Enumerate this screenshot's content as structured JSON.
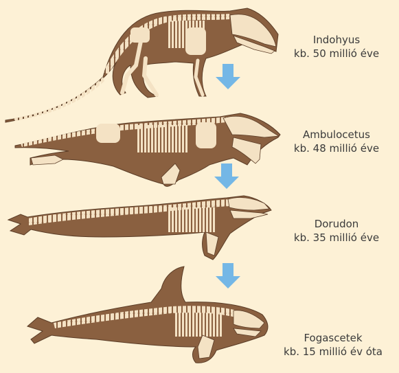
{
  "stages": [
    {
      "name": "Indohyus",
      "age": "kb. 50 millió éve"
    },
    {
      "name": "Ambulocetus",
      "age": "kb. 48 millió éve"
    },
    {
      "name": "Dorudon",
      "age": "kb. 35 millió éve"
    },
    {
      "name": "Fogascetek",
      "age": "kb. 15 millió év óta"
    }
  ],
  "colors": {
    "background": "#fdf1d6",
    "body": "#8a6040",
    "body_outline": "#5a3c26",
    "bone": "#f4e2c4",
    "arrow": "#74b7e6"
  }
}
